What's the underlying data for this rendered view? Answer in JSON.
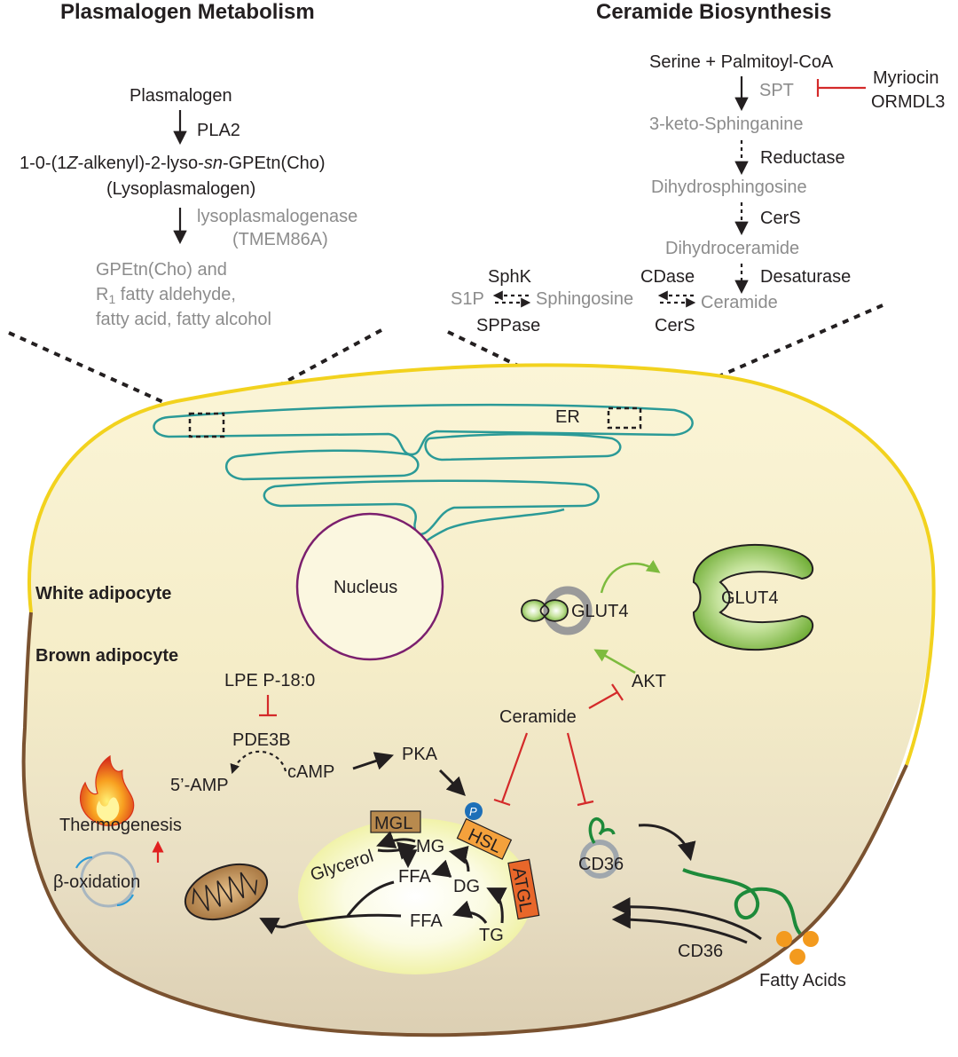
{
  "headings": {
    "left": "Plasmalogen Metabolism",
    "right": "Ceramide Biosynthesis"
  },
  "plasmalogen": {
    "plasmalogen": "Plasmalogen",
    "pla2": "PLA2",
    "lyso_line1_a": "1-0-(1",
    "lyso_line1_z": "Z",
    "lyso_line1_b": "-alkenyl)-2-lyso-",
    "lyso_line1_sn": "sn",
    "lyso_line1_c": "-GPEtn(Cho)",
    "lyso_line2": "(Lysoplasmalogen)",
    "enzyme1": "lysoplasmalogenase",
    "enzyme2": "(TMEM86A)",
    "product1": "GPEtn(Cho) and",
    "product2_r": "R",
    "product2_sub": "1",
    "product2_rest": " fatty aldehyde,",
    "product3": "fatty acid, fatty alcohol"
  },
  "ceramide_pathway": {
    "substrates": "Serine + Palmitoyl-CoA",
    "spt": "SPT",
    "myriocin": "Myriocin",
    "ormdl3": "ORMDL3",
    "keto": "3-keto-Sphinganine",
    "reductase": "Reductase",
    "dihydrosph": "Dihydrosphingosine",
    "cers_top": "CerS",
    "dihydrocer": "Dihydroceramide",
    "desaturase": "Desaturase",
    "sphk": "SphK",
    "s1p": "S1P",
    "sphingosine": "Sphingosine",
    "sppase": "SPPase",
    "cdase": "CDase",
    "ceramide": "Ceramide",
    "cers_bottom": "CerS"
  },
  "cell": {
    "er": "ER",
    "nucleus": "Nucleus",
    "white": "White adipocyte",
    "brown": "Brown adipocyte",
    "glut4_vesicle": "GLUT4",
    "glut4_membrane": "GLUT4",
    "akt": "AKT",
    "ceramide": "Ceramide",
    "lpe": "LPE P-18:0",
    "pde3b": "PDE3B",
    "amp": "5’-AMP",
    "camp": "cAMP",
    "pka": "PKA",
    "p": "P",
    "hsl": "HSL",
    "atgl": "ATGL",
    "mgl": "MGL",
    "glycerol": "Glycerol",
    "mg": "MG",
    "ffa1": "FFA",
    "dg": "DG",
    "ffa2": "FFA",
    "tg": "TG",
    "thermogenesis": "Thermogenesis",
    "beta_oxidation": "β-oxidation",
    "cd36_vesicle": "CD36",
    "cd36_membrane": "CD36",
    "fatty_acids": "Fatty Acids"
  },
  "colors": {
    "white_membrane": "#f2d21e",
    "brown_membrane": "#7a5230",
    "er": "#2b9a97",
    "nucleus": "#7b1f6e",
    "inhibition": "#d42a2a",
    "glut4_green": "#7dbb3e",
    "cd36_green": "#1d8a3a",
    "fatty_acid_orange": "#f39a1e",
    "mgl_box": "#b88a4e",
    "hsl_box": "#f4a13c",
    "atgl_box": "#e8672a",
    "p_circle": "#1d6fb8"
  }
}
